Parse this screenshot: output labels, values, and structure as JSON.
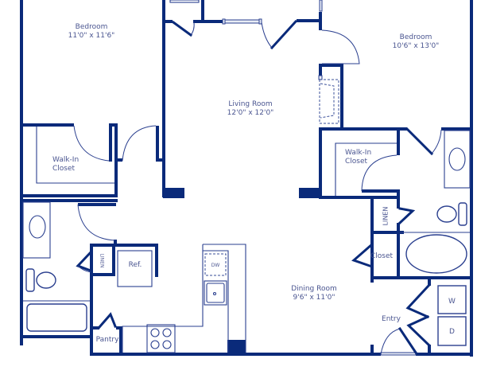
{
  "floorplan": {
    "rooms": [
      {
        "id": "bedroom-1",
        "name": "Bedroom",
        "dims": "11'0\" x 11'6\""
      },
      {
        "id": "bedroom-2",
        "name": "Bedroom",
        "dims": "10'6\" x 13'0\""
      },
      {
        "id": "living-room",
        "name": "Living Room",
        "dims": "12'0\" x 12'0\""
      },
      {
        "id": "dining-room",
        "name": "Dining Room",
        "dims": "9'6\" x 11'0\""
      },
      {
        "id": "walk-in-closet-1",
        "name": "Walk-In",
        "name2": "Closet"
      },
      {
        "id": "walk-in-closet-2",
        "name": "Walk-In",
        "name2": "Closet"
      }
    ],
    "labels": {
      "linen_left": "LINEN",
      "linen_right": "LINEN",
      "ref": "Ref.",
      "dw": "DW",
      "pantry": "Pantry",
      "closet": "Closet",
      "entry": "Entry",
      "washer": "W",
      "dryer": "D"
    },
    "colors": {
      "wall": "#0a2a7a",
      "fixture": "#2a3f8f",
      "text": "#4a5590"
    }
  }
}
